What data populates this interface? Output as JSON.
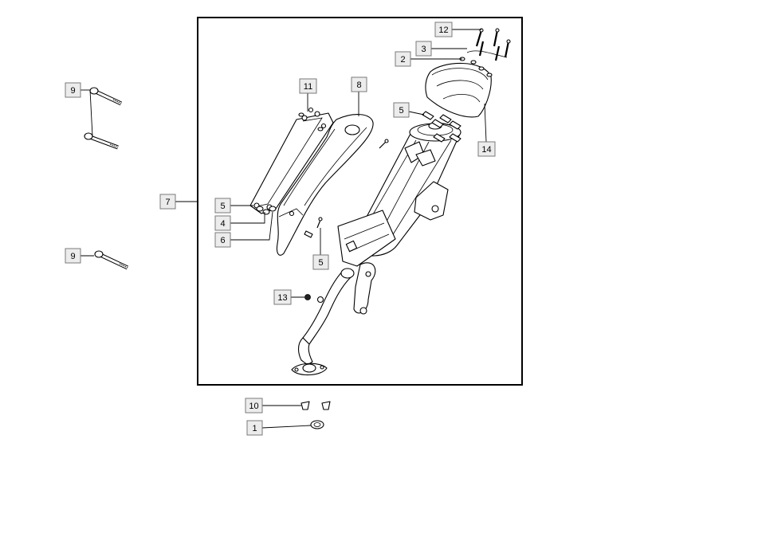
{
  "callouts": {
    "c1": "1",
    "c2": "2",
    "c3": "3",
    "c4": "4",
    "c5a": "5",
    "c5b": "5",
    "c5c": "5",
    "c6": "6",
    "c7": "7",
    "c8": "8",
    "c9a": "9",
    "c9b": "9",
    "c10": "10",
    "c11": "11",
    "c12": "12",
    "c13": "13",
    "c14": "14"
  }
}
